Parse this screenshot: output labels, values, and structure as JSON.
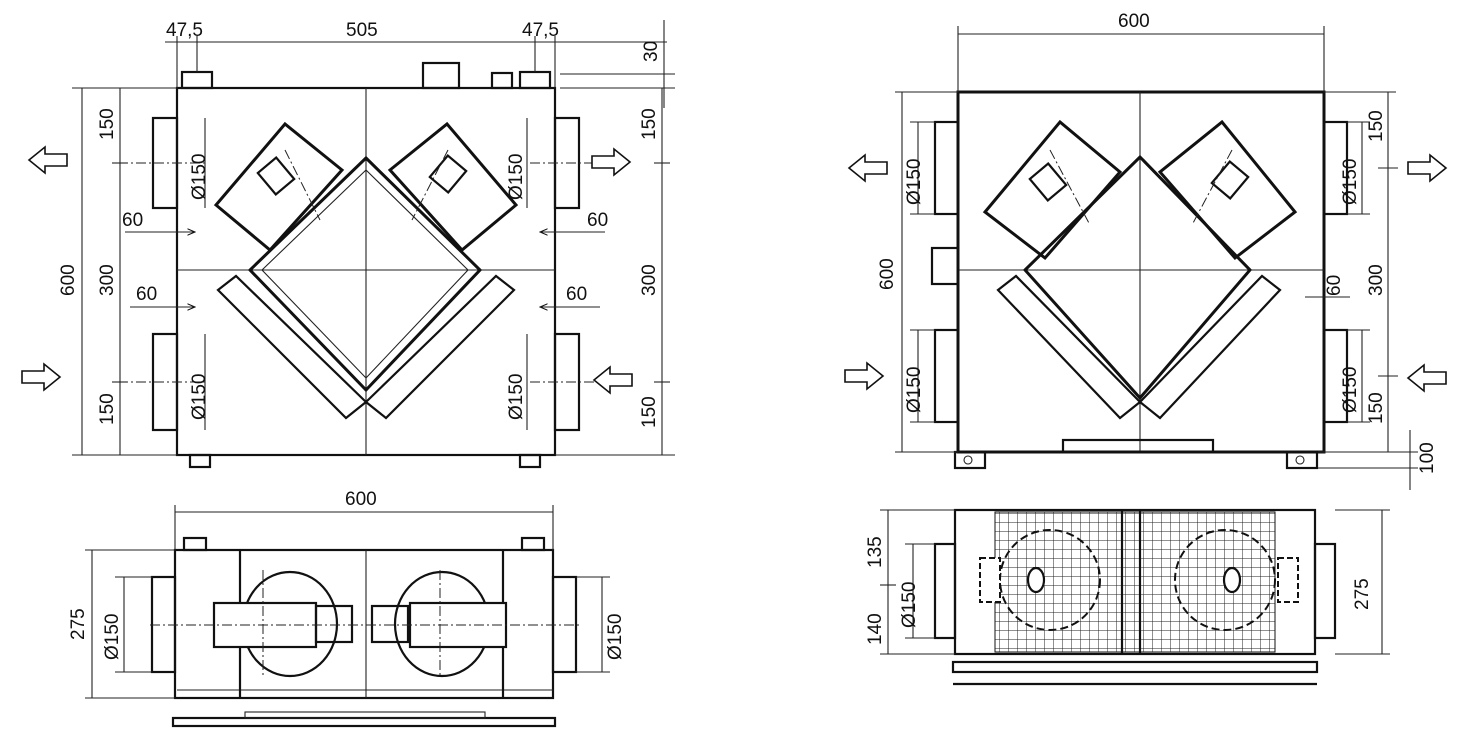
{
  "views": {
    "left_top": {
      "width_left_offset": "47,5",
      "width_center": "505",
      "width_right_offset": "47,5",
      "top_spigot": "30",
      "height_total": "600",
      "left_upper": "150",
      "left_middle": "300",
      "left_lower": "150",
      "right_upper": "150",
      "right_middle": "300",
      "right_lower": "150",
      "d_upper_left": "Ø150",
      "d_upper_right": "Ø150",
      "d_lower_left": "Ø150",
      "d_lower_right": "Ø150",
      "offset_upper_left": "60",
      "offset_upper_right": "60",
      "offset_lower_left": "60",
      "offset_lower_right": "60"
    },
    "left_bottom": {
      "width": "600",
      "height": "275",
      "d_left": "Ø150",
      "d_right": "Ø150"
    },
    "right_top": {
      "width": "600",
      "height_total": "600",
      "d_upper_left": "Ø150",
      "d_lower_left": "Ø150",
      "d_upper_right": "Ø150",
      "d_lower_right": "Ø150",
      "right_upper": "150",
      "right_middle": "300",
      "right_lower": "150",
      "offset_right": "60",
      "foot": "100"
    },
    "right_bottom": {
      "top_part": "135",
      "bottom_part": "140",
      "d_left": "Ø150",
      "height": "275"
    }
  }
}
